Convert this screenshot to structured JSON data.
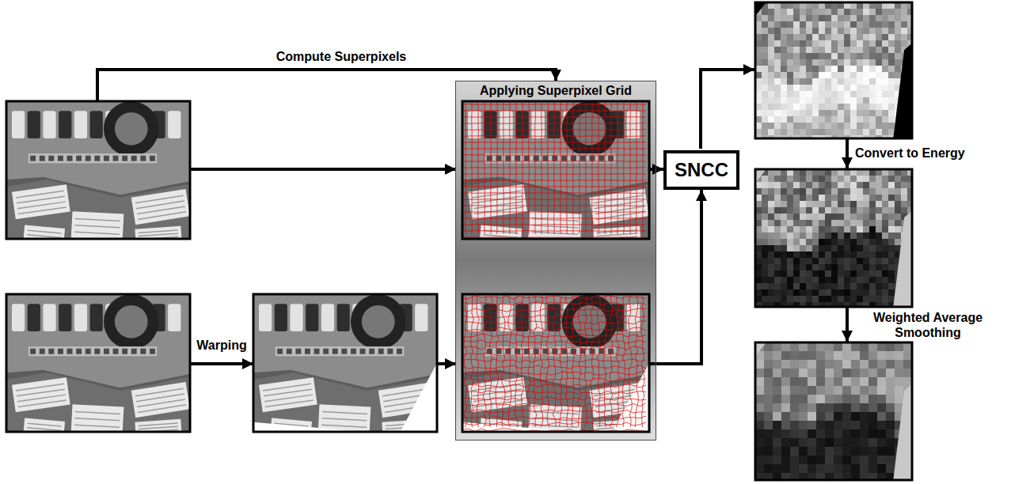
{
  "diagram": {
    "nodes": [
      {
        "text": [
          "Applying Superpixel Grid"
        ]
      },
      {
        "text": [
          "SNCC"
        ]
      }
    ],
    "edges": [
      {
        "from": 0,
        "to": 1,
        "arrow": "to"
      },
      {
        "from": 0,
        "to": 1,
        "arrow": "to"
      }
    ],
    "labels": [
      "Compute Superpixels",
      "Warping",
      "Convert to Energy",
      "Weighted Average Smoothing"
    ]
  }
}
